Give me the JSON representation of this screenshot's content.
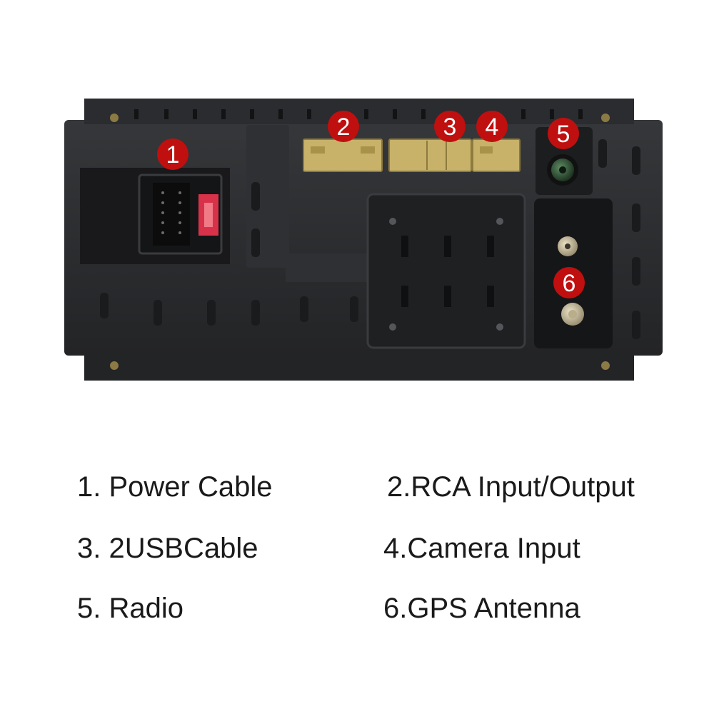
{
  "callouts": [
    "1",
    "2",
    "3",
    "4",
    "5",
    "6"
  ],
  "legend": {
    "item1": "1. Power Cable",
    "item2": "2.RCA Input/Output",
    "item3": "3. 2USBCable",
    "item4": "4.Camera Input",
    "item5": "5. Radio",
    "item6": "6.GPS Antenna"
  },
  "colors": {
    "badge": "#c00f0f",
    "connector": "#c8b26a",
    "housing": "#2a2b2d",
    "fuse": "#d8324a"
  }
}
